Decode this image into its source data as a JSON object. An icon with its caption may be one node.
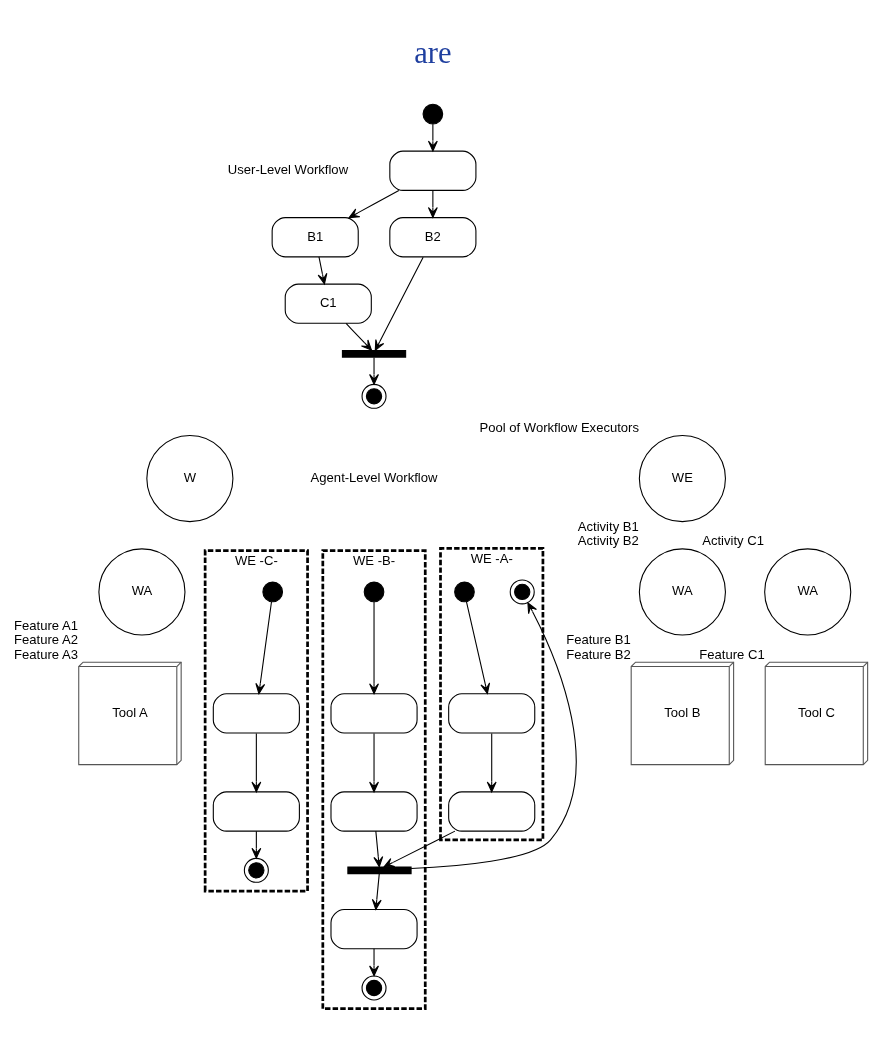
{
  "diagram": {
    "nodes": [
      {
        "text": [],
        "shape": "circle"
      },
      {
        "text": [],
        "shape": "box"
      },
      {
        "text": [
          "B1"
        ]
      },
      {
        "text": [
          "B2"
        ]
      },
      {
        "text": [
          "C1"
        ]
      },
      {
        "text": [],
        "shape": "bar"
      },
      {
        "text": [],
        "shape": "bullseye"
      },
      {
        "text": [
          "WE -A-"
        ]
      },
      {
        "text": [],
        "shape": "circle",
        "in": 7
      },
      {
        "text": [],
        "shape": "box",
        "in": 7
      },
      {
        "text": [],
        "shape": "box",
        "in": 7
      },
      {
        "text": [],
        "shape": "bullseye",
        "in": 7
      },
      {
        "text": [
          "WE -B-"
        ]
      },
      {
        "text": [],
        "shape": "circle",
        "in": 12
      },
      {
        "text": [],
        "shape": "box",
        "in": 12
      },
      {
        "text": [],
        "shape": "box",
        "in": 12
      },
      {
        "text": [],
        "shape": "bar",
        "in": 12
      },
      {
        "text": [],
        "shape": "box",
        "in": 12
      },
      {
        "text": [],
        "shape": "bullseye",
        "in": 12
      },
      {
        "text": [
          "WE -C-"
        ]
      },
      {
        "text": [],
        "shape": "circle",
        "in": 19
      },
      {
        "text": [],
        "shape": "box",
        "in": 19
      },
      {
        "text": [],
        "shape": "box",
        "in": 19
      },
      {
        "text": [],
        "shape": "bullseye",
        "in": 19
      },
      {
        "text": [
          "W"
        ]
      },
      {
        "text": [
          "WE"
        ],
        "beside": [
          "Pool of Workflow Executors"
        ]
      },
      {
        "text": [
          "WA"
        ]
      },
      {
        "text": [
          "WA"
        ],
        "beside": [
          "Activity B1",
          "Activity B2"
        ]
      },
      {
        "text": [
          "WA"
        ],
        "beside": [
          "Activity C1"
        ]
      },
      {
        "text": [
          "Tool A"
        ],
        "beside": [
          "Feature A1",
          "Feature A2",
          "Feature A3"
        ]
      },
      {
        "text": [
          "Tool B"
        ],
        "beside": [
          "Feature B1",
          "Feature B2"
        ]
      },
      {
        "text": [
          "Tool C"
        ],
        "beside": [
          "Feature C1"
        ]
      }
    ],
    "edges": [
      {
        "from": 0,
        "to": 1,
        "arrow": "to"
      },
      {
        "from": 1,
        "to": 3,
        "arrow": "to"
      },
      {
        "from": 1,
        "to": 2,
        "arrow": "to"
      },
      {
        "from": 2,
        "to": 4,
        "arrow": "to"
      },
      {
        "from": 3,
        "to": 5,
        "arrow": "to"
      },
      {
        "from": 4,
        "to": 5,
        "arrow": "to"
      },
      {
        "from": 5,
        "to": 6,
        "arrow": "to"
      },
      {
        "from": 8,
        "to": 9,
        "arrow": "to"
      },
      {
        "from": 9,
        "to": 10,
        "arrow": "to"
      },
      {
        "from": 10,
        "to": 16,
        "arrow": "to"
      },
      {
        "from": 13,
        "to": 14,
        "arrow": "to"
      },
      {
        "from": 14,
        "to": 15,
        "arrow": "to"
      },
      {
        "from": 15,
        "to": 16,
        "arrow": "to"
      },
      {
        "from": 16,
        "to": 11,
        "arrow": "to"
      },
      {
        "from": 16,
        "to": 17,
        "arrow": "to"
      },
      {
        "from": 17,
        "to": 18,
        "arrow": "to"
      },
      {
        "from": 20,
        "to": 21,
        "arrow": "to"
      },
      {
        "from": 21,
        "to": 22,
        "arrow": "to"
      },
      {
        "from": 22,
        "to": 23,
        "arrow": "to"
      }
    ],
    "labels": [
      "are",
      "User-Level Workflow",
      "Agent-Level Workflow"
    ]
  }
}
